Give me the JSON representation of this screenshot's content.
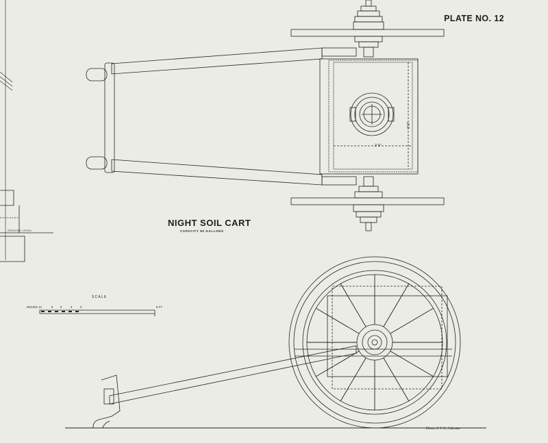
{
  "plate_number": "PLATE NO. 12",
  "title": "NIGHT SOIL CART",
  "subtitle": "CAPACITY 80 GALLONS",
  "scale": {
    "title": "SCALE",
    "inches_label": "INCHES 12",
    "ticks": [
      "9",
      "6",
      "3",
      "0"
    ],
    "end_label": "5 FT"
  },
  "ground_label": "GROUND LEVEL",
  "dimensions": {
    "width": "2' 6\"",
    "length": "3' 0\""
  },
  "credit": "Photo., S. I. O., Calcutta.",
  "colors": {
    "paper": "#ececE7",
    "ink": "#1d1d1d"
  }
}
